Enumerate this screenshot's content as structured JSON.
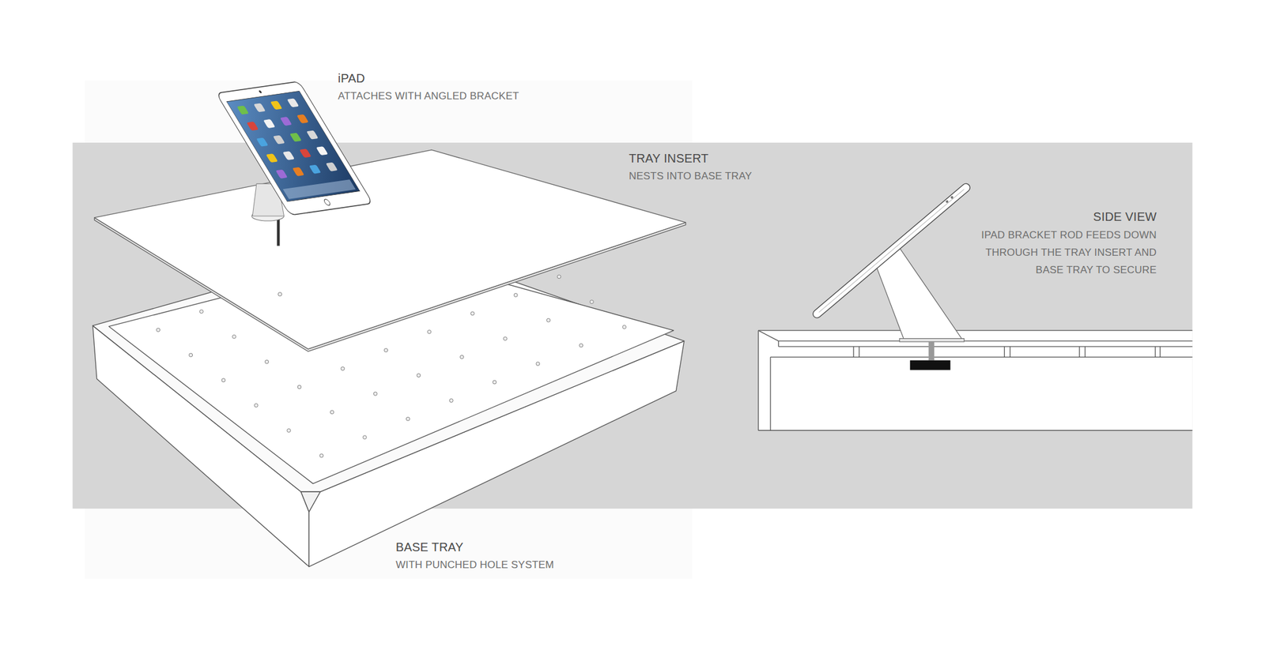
{
  "diagram": {
    "labels": [
      "iPAD",
      "ATTACHES WITH ANGLED BRACKET",
      "TRAY INSERT",
      "NESTS INTO BASE TRAY",
      "SIDE VIEW",
      "IPAD BRACKET ROD FEEDS DOWN THROUGH THE TRAY INSERT AND BASE TRAY TO SECURE",
      "BASE TRAY",
      "WITH PUNCHED HOLE SYSTEM"
    ]
  }
}
